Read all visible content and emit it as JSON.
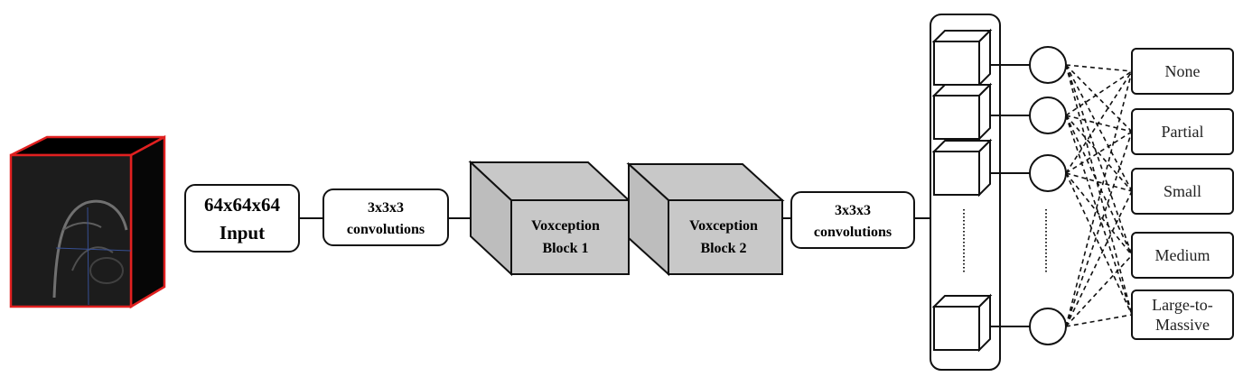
{
  "input": {
    "line1": "64x64x64",
    "line2": "Input"
  },
  "conv1": {
    "line1": "3x3x3",
    "line2": "convolutions"
  },
  "voxception1": {
    "line1": "Voxception",
    "line2": "Block 1"
  },
  "voxception2": {
    "line1": "Voxception",
    "line2": "Block 2"
  },
  "conv2": {
    "line1": "3x3x3",
    "line2": "convolutions"
  },
  "classes": [
    {
      "lines": [
        "None"
      ]
    },
    {
      "lines": [
        "Partial"
      ]
    },
    {
      "lines": [
        "Small"
      ]
    },
    {
      "lines": [
        "Medium"
      ]
    },
    {
      "lines": [
        "Large-to-",
        "Massive"
      ]
    }
  ],
  "colors": {
    "stroke": "#111111",
    "cube_fill": "#c8c8c8",
    "mri_edge": "#e02020",
    "mri_dark": "#111111"
  }
}
